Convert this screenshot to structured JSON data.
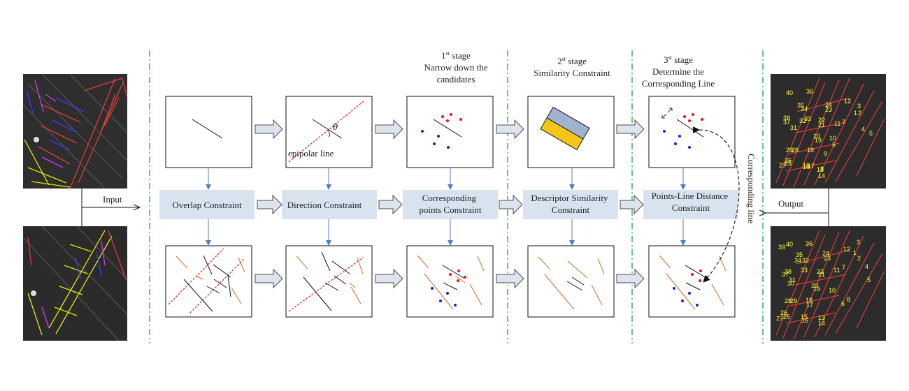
{
  "colors": {
    "dashdot": "#1aa64b",
    "constraint_box": "#d9e3ef",
    "arrow_fill": "#dde4ee",
    "arrow_stroke": "#4d4d4d",
    "connector": "#4f7fc0",
    "red_points": "#ee1111",
    "blue_points": "#1122dd",
    "line_orange": "#d2691e",
    "rect_blue": "#9fb3cf",
    "rect_yellow": "#f5c518",
    "epipolar": "#e0201e"
  },
  "io": {
    "input_label": "Input",
    "output_label": "Output",
    "vertical_label": "Corresponding line"
  },
  "stages": [
    {
      "sup": "st",
      "lines": [
        "Narrow down the",
        "candidates"
      ],
      "prefix": "1",
      "stage_word": " stage"
    },
    {
      "sup": "st",
      "lines": [
        "Similarity Constraint"
      ],
      "prefix": "2",
      "stage_word": " stage"
    },
    {
      "sup": "st",
      "lines": [
        "Determine the",
        "Corresponding Line"
      ],
      "prefix": "3",
      "stage_word": " stage"
    }
  ],
  "constraints": [
    {
      "lines": [
        "Overlap Constraint"
      ]
    },
    {
      "lines": [
        "Direction  Constraint"
      ]
    },
    {
      "lines": [
        "Corresponding",
        "points  Constraint"
      ]
    },
    {
      "lines": [
        "Descriptor Similarity",
        "Constraint"
      ]
    },
    {
      "lines": [
        "Points-Line  Distance",
        "Constraint"
      ]
    }
  ],
  "panel_labels": {
    "epipolar": "epipolar line",
    "theta": "θ"
  },
  "numbers_top": [
    "40",
    "36",
    "35",
    "12",
    "3",
    "34",
    "24",
    "32",
    "23",
    "1",
    "2",
    "38",
    "37",
    "33",
    "22",
    "11",
    "7",
    "4",
    "31",
    "21",
    "5",
    "20",
    "10",
    "6",
    "19",
    "29",
    "18",
    "9",
    "28",
    "26",
    "16",
    "17",
    "8",
    "27",
    "25",
    "15",
    "13",
    "14"
  ],
  "numbers_bottom": [
    "39",
    "40",
    "36",
    "12",
    "3",
    "35",
    "24",
    "34",
    "32",
    "23",
    "1",
    "2",
    "4",
    "38",
    "33",
    "22",
    "11",
    "7",
    "37",
    "21",
    "31",
    "30",
    "20",
    "10",
    "19",
    "5",
    "8",
    "28",
    "29",
    "18",
    "17",
    "6",
    "26",
    "27",
    "25",
    "15",
    "16",
    "13",
    "14"
  ]
}
